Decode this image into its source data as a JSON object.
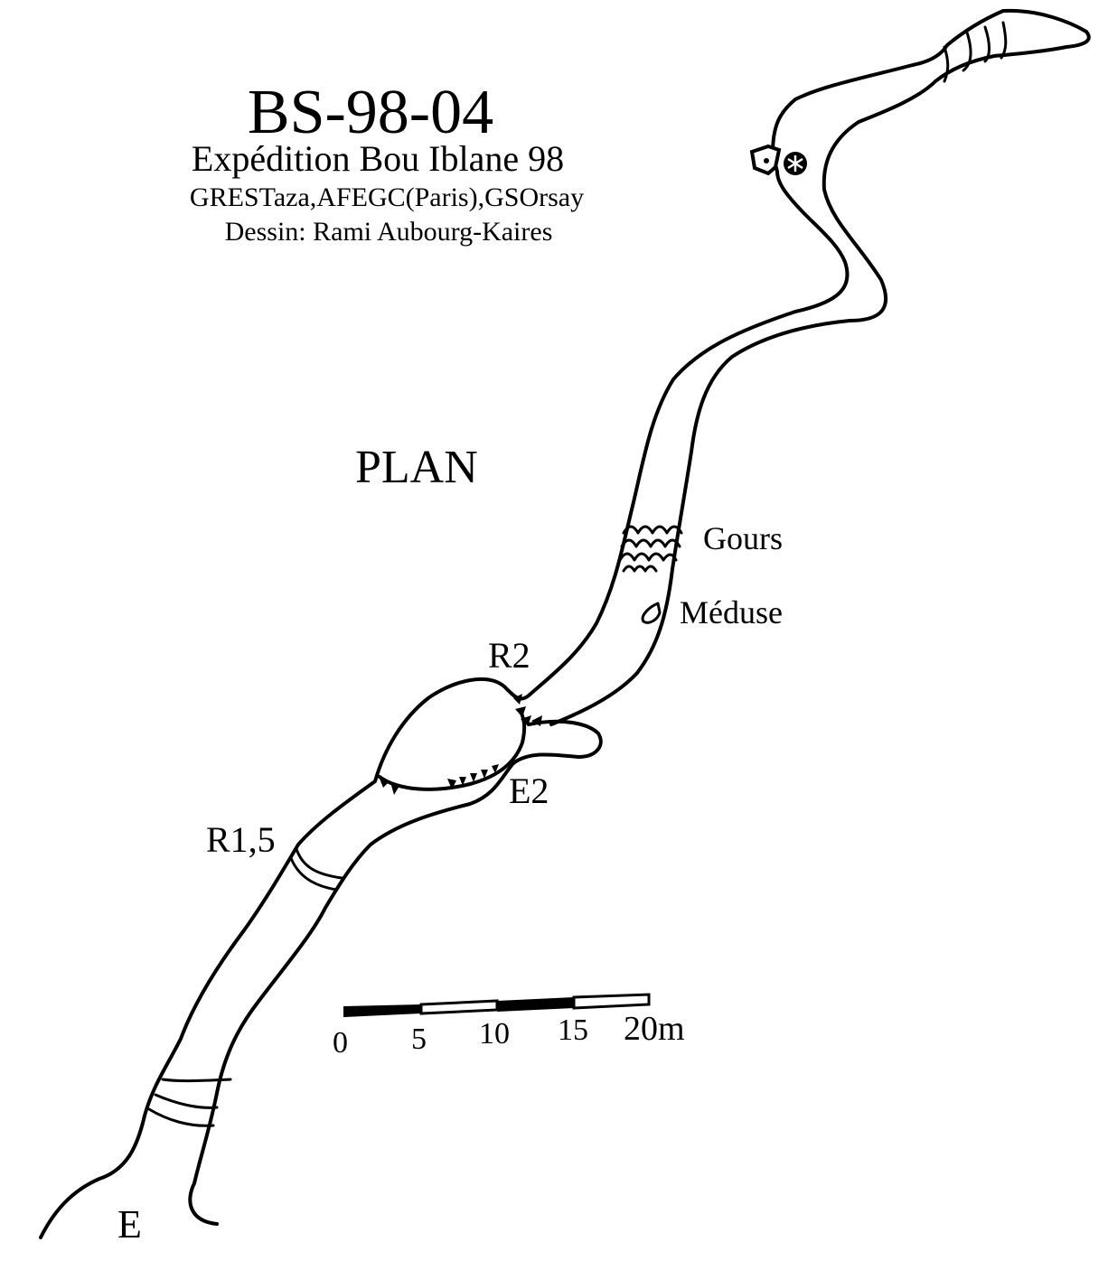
{
  "header": {
    "title": "BS-98-04",
    "subtitle": "Expédition Bou Iblane 98",
    "organizations": "GRESTaza,AFEGC(Paris),GSOrsay",
    "credit": "Dessin: Rami Aubourg-Kaires"
  },
  "view_label": "PLAN",
  "annotations": {
    "gours": "Gours",
    "meduse": "Méduse",
    "r2": "R2",
    "e2": "E2",
    "r15": "R1,5",
    "entrance": "E"
  },
  "scale_bar": {
    "labels": [
      "0",
      "5",
      "10",
      "15",
      "20m"
    ],
    "segment_colors": [
      "#000000",
      "#ffffff",
      "#000000",
      "#ffffff"
    ]
  },
  "colors": {
    "ink": "#000000",
    "paper": "#ffffff"
  }
}
